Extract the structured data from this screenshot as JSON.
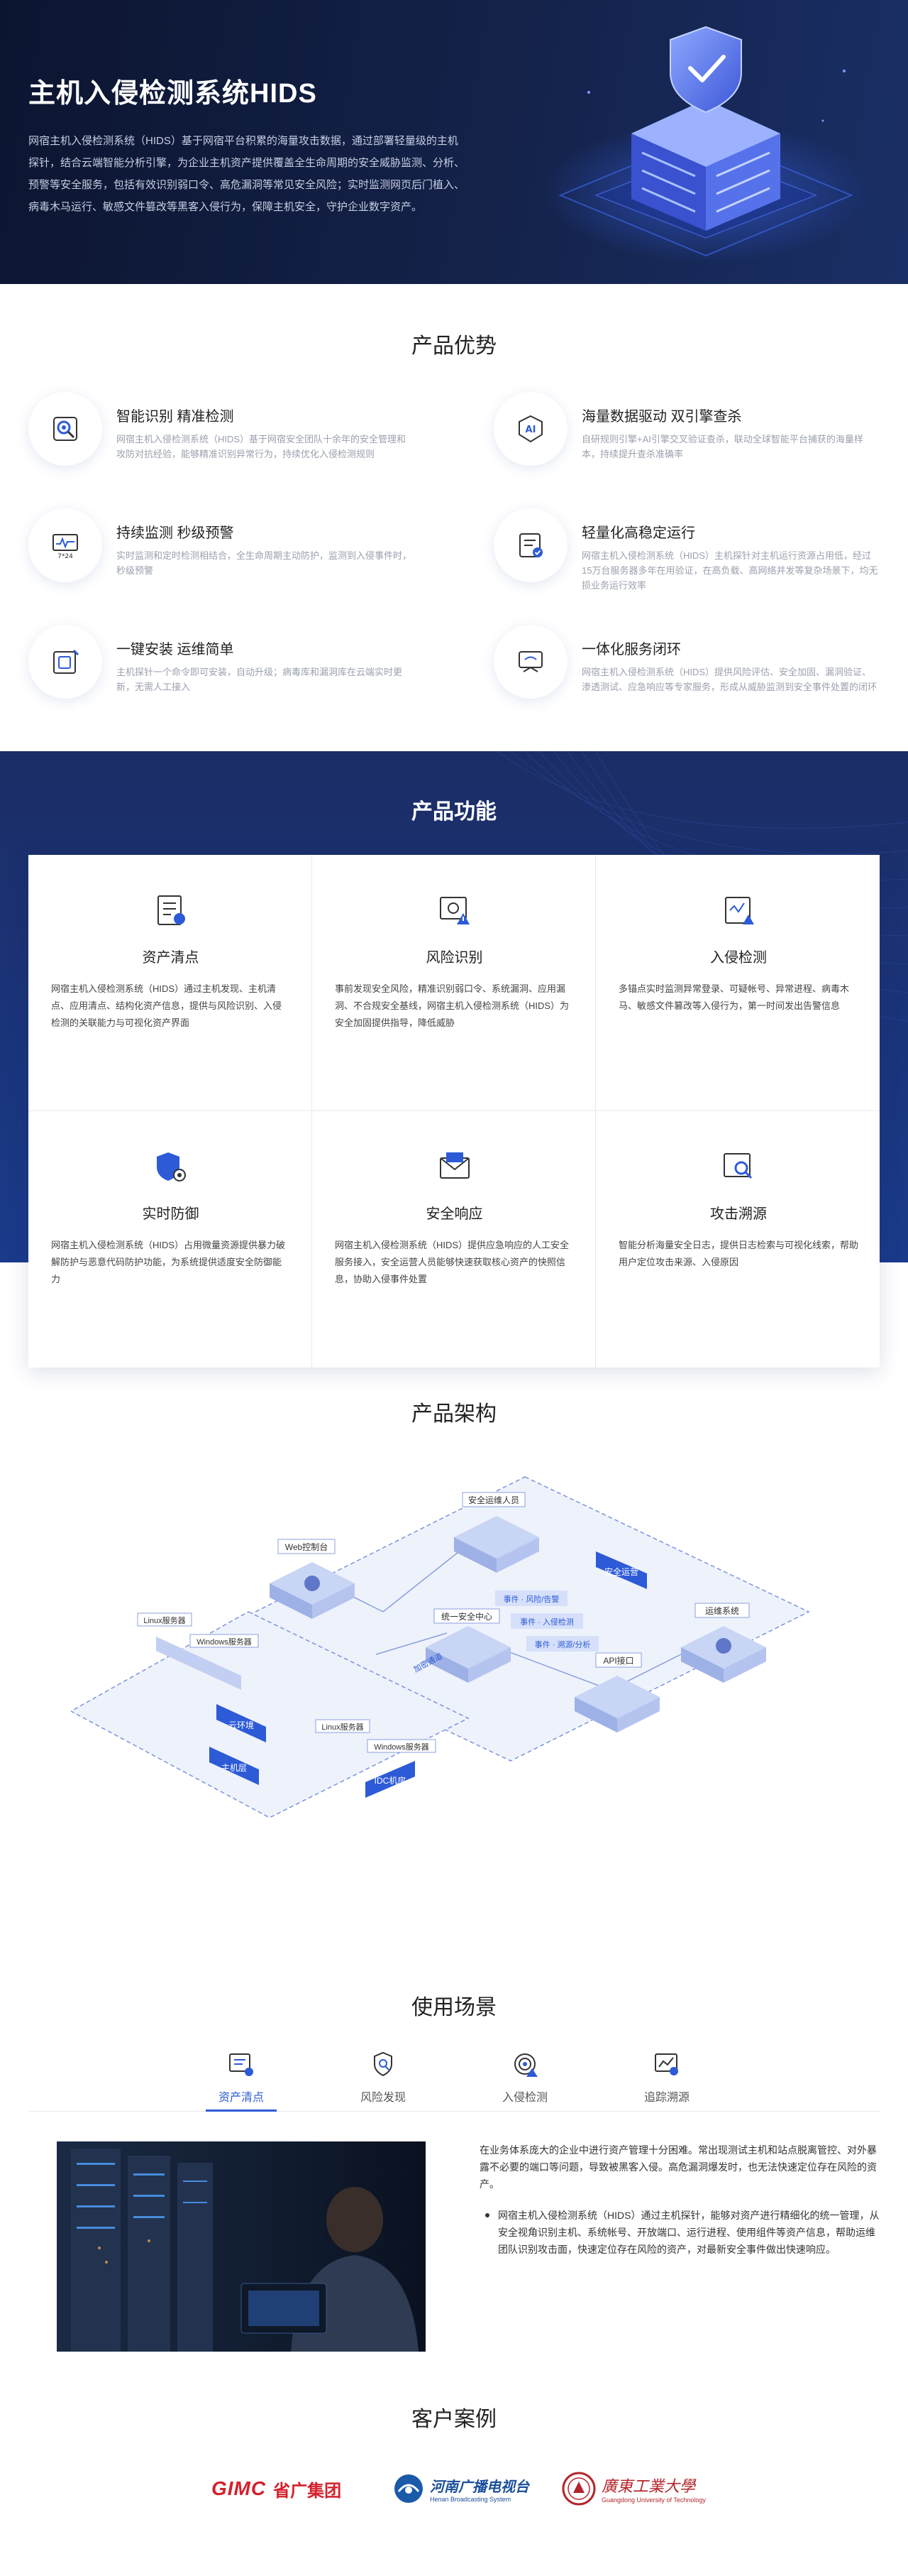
{
  "hero": {
    "title": "主机入侵检测系统HIDS",
    "desc_lines": [
      "网宿主机入侵检测系统（HIDS）基于网宿平台积累的海量攻击数据，通过部署轻量级的主机",
      "探针，结合云端智能分析引擎，为企业主机资产提供覆盖全生命周期的安全威胁监测、分析、",
      "预警等安全服务，包括有效识别弱口令、高危漏洞等常见安全风险；实时监测网页后门植入、",
      "病毒木马运行、敏感文件篡改等黑客入侵行为，保障主机安全，守护企业数字资产。"
    ]
  },
  "advantages": {
    "title": "产品优势",
    "items": [
      {
        "name": "智能识别 精准检测",
        "icon": "target-search-icon",
        "desc": "网宿主机入侵检测系统（HIDS）基于网宿安全团队十余年的安全管理和攻防对抗经验，能够精准识别异常行为，持续优化入侵检测规则"
      },
      {
        "name": "海量数据驱动 双引擎查杀",
        "icon": "ai-chip-icon",
        "desc": "自研规则引擎+AI引擎交叉验证查杀，联动全球智能平台捕获的海量样本，持续提升查杀准确率"
      },
      {
        "name": "持续监测 秒级预警",
        "icon": "monitor-7x24-icon",
        "desc": "实时监测和定时检测相结合，全生命周期主动防护，监测到入侵事件时，秒级预警"
      },
      {
        "name": "轻量化高稳定运行",
        "icon": "checklist-icon",
        "desc": "网宿主机入侵检测系统（HIDS）主机探针对主机运行资源占用低，经过15万台服务器多年在用验证，在高负载、高网络并发等复杂场景下，均无损业务运行效率"
      },
      {
        "name": "一键安装 运维简单",
        "icon": "install-icon",
        "desc": "主机探针一个命令即可安装，自动升级；病毒库和漏洞库在云端实时更新，无需人工接入"
      },
      {
        "name": "一体化服务闭环",
        "icon": "service-loop-icon",
        "desc": "网宿主机入侵检测系统（HIDS）提供风险评估、安全加固、漏洞验证、渗透测试、应急响应等专家服务，形成从威胁监测到安全事件处置的闭环"
      }
    ]
  },
  "features": {
    "title": "产品功能",
    "items": [
      {
        "name": "资产清点",
        "icon": "asset-list-icon",
        "desc": "网宿主机入侵检测系统（HIDS）通过主机发现、主机清点、应用清点、结构化资产信息，提供与风险识别、入侵检测的关联能力与可视化资产界面"
      },
      {
        "name": "风险识别",
        "icon": "risk-warning-icon",
        "desc": "事前发现安全风险，精准识别弱口令、系统漏洞、应用漏洞、不合规安全基线，网宿主机入侵检测系统（HIDS）为安全加固提供指导，降低威胁"
      },
      {
        "name": "入侵检测",
        "icon": "intrusion-detect-icon",
        "desc": "多锚点实时监测异常登录、可疑帐号、异常进程、病毒木马、敏感文件篡改等入侵行为，第一时间发出告警信息"
      },
      {
        "name": "实时防御",
        "icon": "shield-gear-icon",
        "desc": "网宿主机入侵检测系统（HIDS）占用微量资源提供暴力破解防护与恶意代码防护功能，为系统提供适度安全防御能力"
      },
      {
        "name": "安全响应",
        "icon": "mail-response-icon",
        "desc": "网宿主机入侵检测系统（HIDS）提供应急响应的人工安全服务接入，安全运营人员能够快速获取核心资产的快照信息，协助入侵事件处置"
      },
      {
        "name": "攻击溯源",
        "icon": "trace-search-icon",
        "desc": "智能分析海量安全日志，提供日志检索与可视化线索，帮助用户定位攻击来源、入侵原因"
      }
    ]
  },
  "architecture": {
    "title": "产品架构",
    "labels": {
      "ops_staff": "安全运维人员",
      "security_ops": "安全运营",
      "web_console": "Web控制台",
      "center": "统一安全中心",
      "report": "事件 · 风险/告警",
      "engine": "事件 · 入侵检测",
      "analysis": "事件 · 溯源/分析",
      "api": "API接口",
      "ops_system": "运维系统",
      "linux1": "Linux服务器",
      "windows1": "Windows服务器",
      "cloud": "云环境",
      "host": "主机层",
      "linux2": "Linux服务器",
      "windows2": "Windows服务器",
      "idc": "IDC机房",
      "encrypt": "加密通道"
    }
  },
  "scenarios": {
    "title": "使用场景",
    "tabs": [
      {
        "label": "资产清点",
        "icon": "asset-scan-icon",
        "active": true
      },
      {
        "label": "风险发现",
        "icon": "risk-search-icon",
        "active": false
      },
      {
        "label": "入侵检测",
        "icon": "intrusion-target-icon",
        "active": false
      },
      {
        "label": "追踪溯源",
        "icon": "trace-chart-icon",
        "active": false
      }
    ],
    "para": "在业务体系庞大的企业中进行资产管理十分困难。常出现测试主机和站点脱离管控、对外暴露不必要的端口等问题，导致被黑客入侵。高危漏洞爆发时，也无法快速定位存在风险的资产。",
    "bullet": "网宿主机入侵检测系统（HIDS）通过主机探针，能够对资产进行精细化的统一管理，从安全视角识别主机、系统帐号、开放端口、运行进程、使用组件等资产信息，帮助运维团队识别攻击面，快速定位存在风险的资产，对最新安全事件做出快速响应。"
  },
  "customers": {
    "title": "客户案例",
    "logos": [
      {
        "name": "GIMC 省广集团",
        "mark": "GIMC",
        "text": "省广集团"
      },
      {
        "name": "河南广播电视台",
        "mark": "河南广播电视台",
        "text": "Henan Broadcasting System"
      },
      {
        "name": "广东工业大学",
        "mark": "廣東工業大學",
        "text": "Guangdong University of Technology"
      }
    ]
  },
  "colors": {
    "accent": "#2d5bd7",
    "hero_bg": "#14224a",
    "feature_bg": "#1b2d66"
  }
}
